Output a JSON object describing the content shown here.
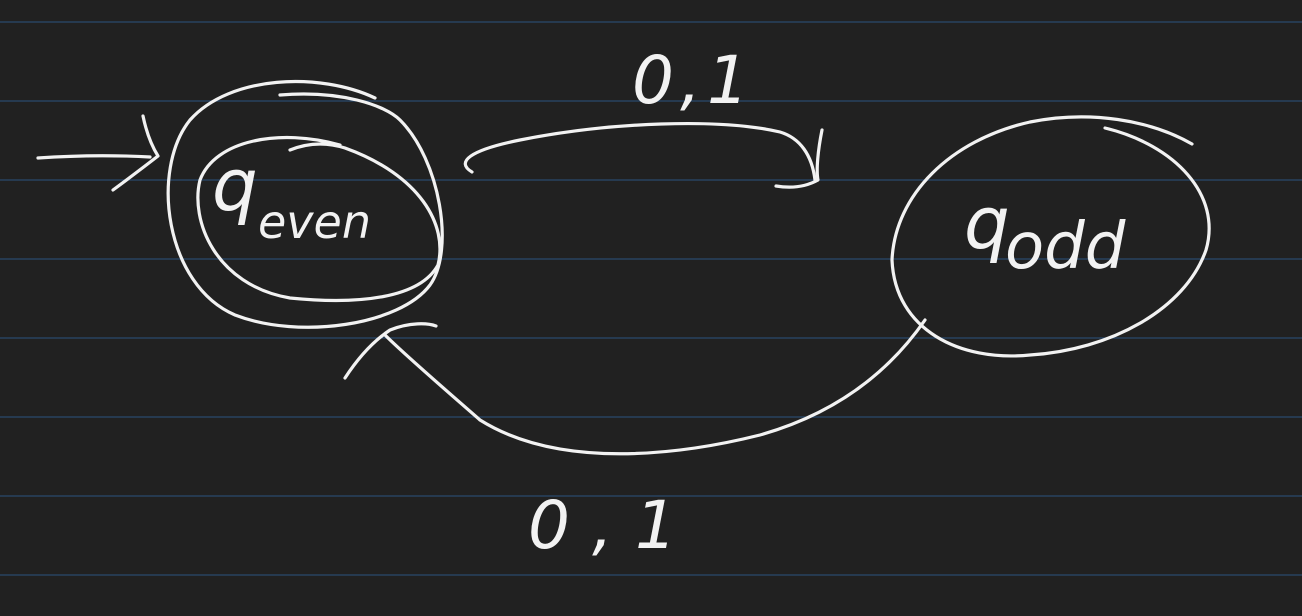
{
  "colors": {
    "background": "#212121",
    "rule_line": "#2b4a6e",
    "ink": "#f2f2f2"
  },
  "diagram": {
    "states": [
      {
        "id": "q_even",
        "label": "q",
        "subscript": "even",
        "accepting": true,
        "start": true
      },
      {
        "id": "q_odd",
        "label": "q",
        "subscript": "odd",
        "accepting": false,
        "start": false
      }
    ],
    "transitions": [
      {
        "from": "q_even",
        "to": "q_odd",
        "label": "0,1"
      },
      {
        "from": "q_odd",
        "to": "q_even",
        "label": "0,1"
      }
    ]
  }
}
